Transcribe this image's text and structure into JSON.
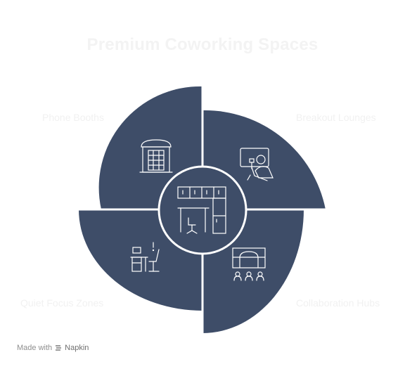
{
  "title": "Premium Coworking Spaces",
  "colors": {
    "segment": "#3e4d68",
    "line": "#ffffff",
    "label": "#f1f1f1"
  },
  "segments": [
    {
      "label": "Phone Booths",
      "icon": "phone-booth-icon"
    },
    {
      "label": "Breakout Lounges",
      "icon": "lounge-chair-icon"
    },
    {
      "label": "Quiet Focus Zones",
      "icon": "focus-desk-icon"
    },
    {
      "label": "Collaboration Hubs",
      "icon": "meeting-table-icon"
    }
  ],
  "center_icon": "office-layout-icon",
  "footer": {
    "made_with": "Made with",
    "brand": "Napkin"
  }
}
